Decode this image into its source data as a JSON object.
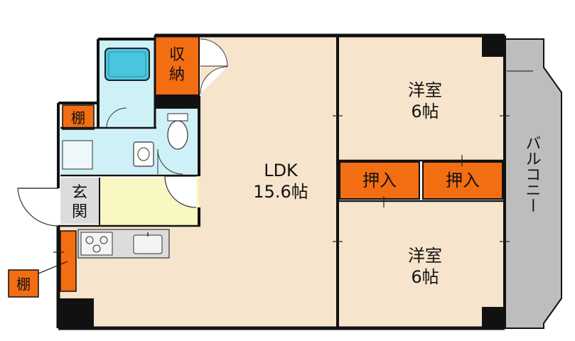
{
  "rooms": {
    "ldk_name": "LDK",
    "ldk_size": "15.6帖",
    "western_upper_name": "洋室",
    "western_upper_size": "6帖",
    "western_lower_name": "洋室",
    "western_lower_size": "6帖"
  },
  "storage": {
    "shuno_top": "収",
    "shuno_bottom": "納",
    "oshiire_left": "押入",
    "oshiire_right": "押入",
    "tana_entrance": "棚",
    "tana_kitchen": "棚"
  },
  "entrance": {
    "genkan_top": "玄",
    "genkan_bottom": "関"
  },
  "balcony": {
    "label": "バルコニー"
  },
  "colors": {
    "room_fill": "#f7e4cc",
    "wet_fill": "#cdf1f7",
    "entry_fill": "#f9f7c2",
    "storage_fill": "#f36d12",
    "balcony_fill": "#bdbdbd",
    "wall": "#111111",
    "tub_fill": "#49c5df"
  }
}
